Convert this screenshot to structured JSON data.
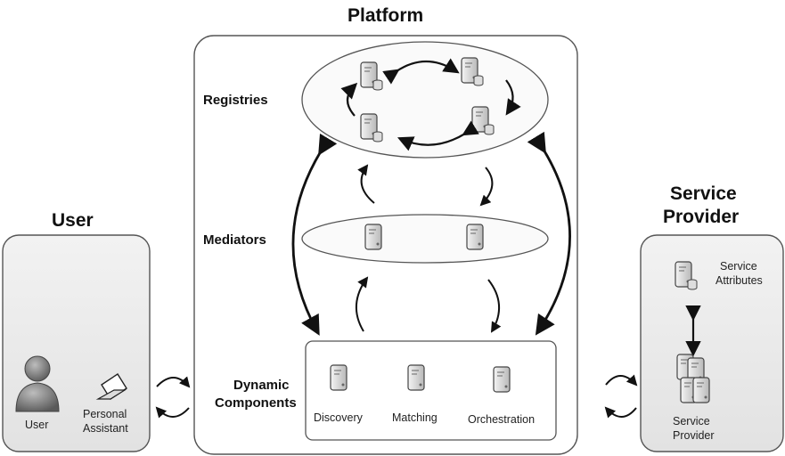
{
  "sections": {
    "platform_title": "Platform",
    "user_title": "User",
    "provider_title_line1": "Service",
    "provider_title_line2": "Provider"
  },
  "platform_layers": {
    "registries": "Registries",
    "mediators": "Mediators",
    "dynamic_line1": "Dynamic",
    "dynamic_line2": "Components"
  },
  "components": [
    "Discovery",
    "Matching",
    "Orchestration"
  ],
  "user_panel": {
    "user_label": "User",
    "assistant_line1": "Personal",
    "assistant_line2": "Assistant"
  },
  "provider_panel": {
    "attributes_line1": "Service",
    "attributes_line2": "Attributes",
    "provider_line1": "Service",
    "provider_line2": "Provider"
  }
}
